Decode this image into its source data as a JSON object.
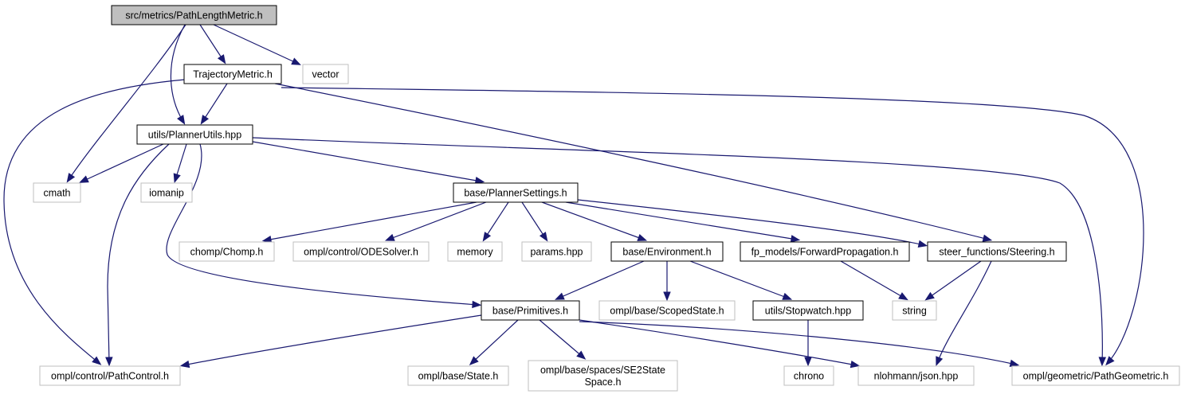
{
  "graph": {
    "title": "src/metrics/PathLengthMetric.h",
    "colors": {
      "edge": "#191970",
      "root_fill": "#bfbfbf",
      "documented_border": "#000000",
      "external_border": "#bfbfbf",
      "external_text": "#404040"
    },
    "nodes": [
      {
        "id": "root",
        "label": "src/metrics/PathLengthMetric.h",
        "kind": "root"
      },
      {
        "id": "trajectory",
        "label": "TrajectoryMetric.h",
        "kind": "documented"
      },
      {
        "id": "vector",
        "label": "vector",
        "kind": "external"
      },
      {
        "id": "plannerutils",
        "label": "utils/PlannerUtils.hpp",
        "kind": "documented"
      },
      {
        "id": "cmath",
        "label": "cmath",
        "kind": "external"
      },
      {
        "id": "iomanip",
        "label": "iomanip",
        "kind": "external"
      },
      {
        "id": "plannersettings",
        "label": "base/PlannerSettings.h",
        "kind": "documented"
      },
      {
        "id": "chomp",
        "label": "chomp/Chomp.h",
        "kind": "external"
      },
      {
        "id": "odesolver",
        "label": "ompl/control/ODESolver.h",
        "kind": "external"
      },
      {
        "id": "memory",
        "label": "memory",
        "kind": "external"
      },
      {
        "id": "params",
        "label": "params.hpp",
        "kind": "external"
      },
      {
        "id": "environment",
        "label": "base/Environment.h",
        "kind": "documented"
      },
      {
        "id": "forwardprop",
        "label": "fp_models/ForwardPropagation.h",
        "kind": "documented"
      },
      {
        "id": "steering",
        "label": "steer_functions/Steering.h",
        "kind": "documented"
      },
      {
        "id": "primitives",
        "label": "base/Primitives.h",
        "kind": "documented"
      },
      {
        "id": "scopedstate",
        "label": "ompl/base/ScopedState.h",
        "kind": "external"
      },
      {
        "id": "stopwatch",
        "label": "utils/Stopwatch.hpp",
        "kind": "documented"
      },
      {
        "id": "string",
        "label": "string",
        "kind": "external"
      },
      {
        "id": "pathcontrol",
        "label": "ompl/control/PathControl.h",
        "kind": "external"
      },
      {
        "id": "state",
        "label": "ompl/base/State.h",
        "kind": "external"
      },
      {
        "id": "se2",
        "label": "ompl/base/spaces/SE2State\nSpace.h",
        "kind": "external"
      },
      {
        "id": "chrono",
        "label": "chrono",
        "kind": "external"
      },
      {
        "id": "json",
        "label": "nlohmann/json.hpp",
        "kind": "external"
      },
      {
        "id": "pathgeometric",
        "label": "ompl/geometric/PathGeometric.h",
        "kind": "external"
      }
    ],
    "edges": [
      {
        "from": "root",
        "to": "trajectory"
      },
      {
        "from": "root",
        "to": "vector"
      },
      {
        "from": "root",
        "to": "plannerutils"
      },
      {
        "from": "root",
        "to": "cmath"
      },
      {
        "from": "trajectory",
        "to": "plannerutils"
      },
      {
        "from": "trajectory",
        "to": "pathcontrol"
      },
      {
        "from": "trajectory",
        "to": "steering"
      },
      {
        "from": "trajectory",
        "to": "pathgeometric"
      },
      {
        "from": "plannerutils",
        "to": "cmath"
      },
      {
        "from": "plannerutils",
        "to": "iomanip"
      },
      {
        "from": "plannerutils",
        "to": "plannersettings"
      },
      {
        "from": "plannerutils",
        "to": "pathcontrol"
      },
      {
        "from": "plannerutils",
        "to": "primitives"
      },
      {
        "from": "plannerutils",
        "to": "pathgeometric"
      },
      {
        "from": "plannersettings",
        "to": "chomp"
      },
      {
        "from": "plannersettings",
        "to": "odesolver"
      },
      {
        "from": "plannersettings",
        "to": "memory"
      },
      {
        "from": "plannersettings",
        "to": "params"
      },
      {
        "from": "plannersettings",
        "to": "environment"
      },
      {
        "from": "plannersettings",
        "to": "forwardprop"
      },
      {
        "from": "plannersettings",
        "to": "steering"
      },
      {
        "from": "environment",
        "to": "primitives"
      },
      {
        "from": "environment",
        "to": "scopedstate"
      },
      {
        "from": "environment",
        "to": "stopwatch"
      },
      {
        "from": "forwardprop",
        "to": "string"
      },
      {
        "from": "steering",
        "to": "string"
      },
      {
        "from": "steering",
        "to": "json"
      },
      {
        "from": "primitives",
        "to": "pathcontrol"
      },
      {
        "from": "primitives",
        "to": "state"
      },
      {
        "from": "primitives",
        "to": "se2"
      },
      {
        "from": "primitives",
        "to": "json"
      },
      {
        "from": "primitives",
        "to": "pathgeometric"
      },
      {
        "from": "stopwatch",
        "to": "chrono"
      }
    ]
  }
}
